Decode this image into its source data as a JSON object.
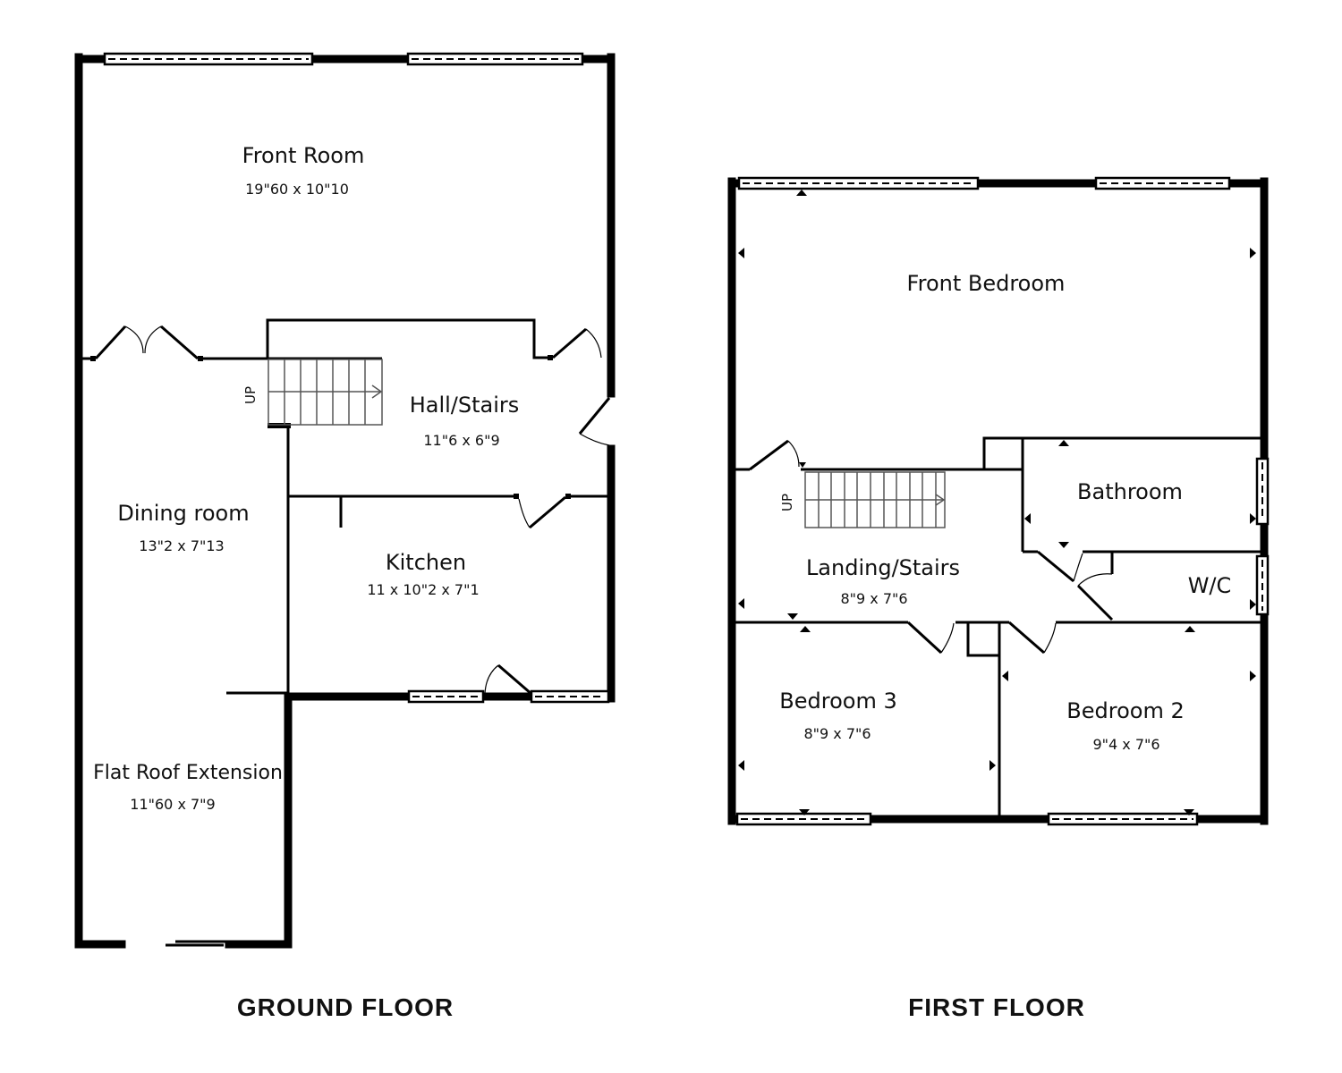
{
  "ground_floor": {
    "title": "GROUND FLOOR",
    "stairs_label": "UP",
    "rooms": [
      {
        "name": "Front Room",
        "size": "19\"60 x 10\"10"
      },
      {
        "name": "Hall/Stairs",
        "size": "11\"6 x 6\"9"
      },
      {
        "name": "Dining room",
        "size": "13\"2 x 7\"13"
      },
      {
        "name": "Kitchen",
        "size": "11 x 10\"2 x 7\"1"
      },
      {
        "name": "Flat Roof Extension",
        "size": "11\"60 x 7\"9"
      }
    ]
  },
  "first_floor": {
    "title": "FIRST FLOOR",
    "stairs_label": "UP",
    "rooms": [
      {
        "name": "Front Bedroom",
        "size": ""
      },
      {
        "name": "Bathroom",
        "size": ""
      },
      {
        "name": "Landing/Stairs",
        "size": "8\"9 x 7\"6"
      },
      {
        "name": "W/C",
        "size": ""
      },
      {
        "name": "Bedroom 3",
        "size": "8\"9 x 7\"6"
      },
      {
        "name": "Bedroom 2",
        "size": "9\"4 x 7\"6"
      }
    ]
  }
}
